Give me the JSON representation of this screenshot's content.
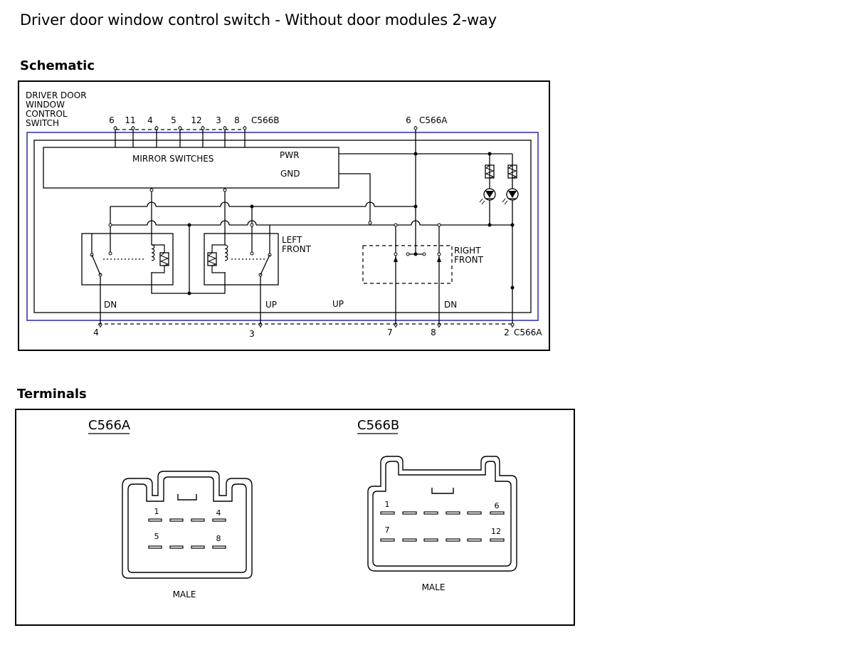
{
  "title": "Driver door window control switch - Without door modules 2-way",
  "sections": {
    "schematic": "Schematic",
    "terminals": "Terminals"
  },
  "schematic": {
    "switch_label": [
      "DRIVER DOOR",
      "WINDOW",
      "CONTROL",
      "SWITCH"
    ],
    "top_pins": [
      "6",
      "11",
      "4",
      "5",
      "12",
      "3",
      "8"
    ],
    "connector_b": "C566B",
    "top_right_pin": "6",
    "connector_a": "C566A",
    "mirror_switches": "MIRROR SWITCHES",
    "pwr": "PWR",
    "gnd": "GND",
    "left_front": [
      "LEFT",
      "FRONT"
    ],
    "right_front": [
      "RIGHT",
      "FRONT"
    ],
    "dn_left": "DN",
    "up_left": "UP",
    "up_mid": "UP",
    "dn_right": "DN",
    "bottom_pins": [
      "4",
      "3",
      "7",
      "8",
      "2"
    ],
    "bottom_connector": "C566A"
  },
  "terminals": {
    "a": {
      "name": "C566A",
      "pins": [
        "1",
        "4",
        "5",
        "8"
      ],
      "gender": "MALE"
    },
    "b": {
      "name": "C566B",
      "pins": [
        "1",
        "6",
        "7",
        "12"
      ],
      "gender": "MALE"
    }
  }
}
